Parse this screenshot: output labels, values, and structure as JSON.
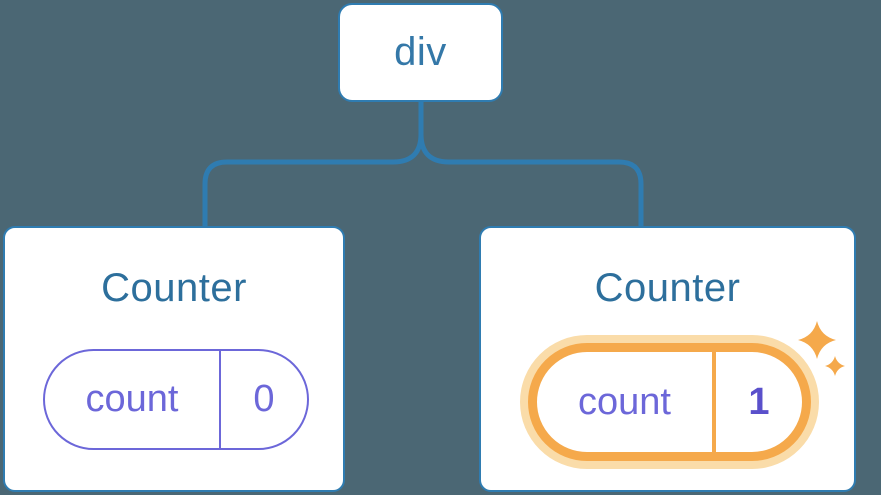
{
  "diagram": {
    "description": "React component tree: a div root element with two Counter component children; the second Counter's state was just updated and is highlighted",
    "background_color": "#4B6774",
    "connector_color": "#2F7CB1",
    "card_border_color": "#2F7CB1",
    "root": {
      "label": "div",
      "label_color": "#3478A8"
    },
    "children": [
      {
        "title": "Counter",
        "highlighted": false,
        "pill_color": "#6C67D9",
        "state": {
          "key": "count",
          "value": "0"
        }
      },
      {
        "title": "Counter",
        "highlighted": true,
        "pill_color": "#F5A94B",
        "pill_glow_color": "#FADCA9",
        "value_color": "#5A50CB",
        "state": {
          "key": "count",
          "value": "1"
        }
      }
    ],
    "title_color": "#2D6F9C",
    "state_text_color": "#6C67D9",
    "sparkle_color": "#F5A94B"
  }
}
